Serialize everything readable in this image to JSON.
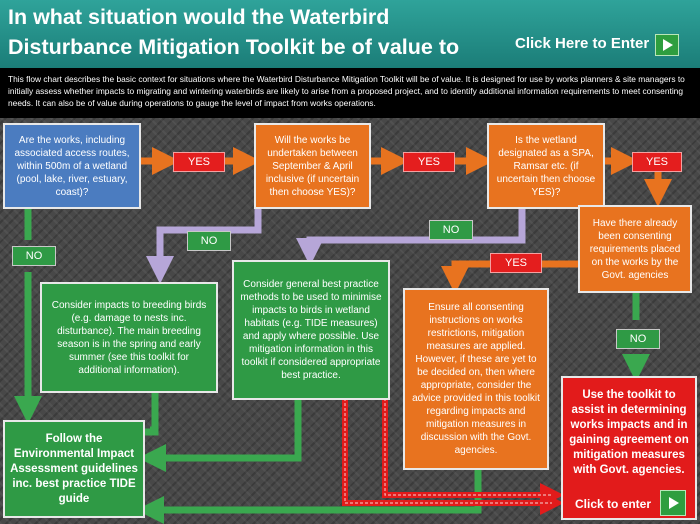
{
  "header": {
    "title": "In what situation would the Waterbird Disturbance Mitigation Toolkit be of value to me?",
    "enter_label": "Click Here to Enter"
  },
  "intro": "This flow chart describes the basic context for situations where the Waterbird Disturbance Mitigation Toolkit will be of value.  It is designed for use by works planners & site managers to initially assess whether impacts to migrating and wintering waterbirds are likely to arise from a proposed project, and to identify additional information requirements to meet consenting needs.  It can also be of value during operations to gauge the level of impact from works operations.",
  "boxes": {
    "q1": "Are the works, including associated access routes, within 500m of a wetland (pool, lake, river, estuary, coast)?",
    "q2": "Will the works be undertaken between September & April inclusive (if uncertain then choose YES)?",
    "q3": "Is the wetland designated as a SPA, Ramsar etc. (if uncertain then choose YES)?",
    "q4": "Have there already been consenting requirements placed on the works by the Govt. agencies",
    "breeding": "Consider impacts to breeding birds (e.g. damage to nests inc. disturbance). The main breeding season is in the spring and early summer (see this toolkit for additional information).",
    "best_practice": "Consider general best practice methods to be used to minimise impacts to birds in wetland habitats (e.g. TIDE measures) and apply where possible. Use mitigation information in this toolkit if considered appropriate best practice.",
    "consenting": "Ensure all consenting instructions on works restrictions, mitigation measures are applied. However, if these are yet to be decided on, then where appropriate, consider the advice provided in this toolkit regarding impacts and mitigation measures in discussion with the Govt. agencies.",
    "eia": "Follow the Environmental Impact Assessment guidelines inc. best practice TIDE guide",
    "use_toolkit": "Use the toolkit to assist in determining works impacts and in gaining agreement on mitigation measures with  Govt. agencies."
  },
  "labels": {
    "yes": "YES",
    "no": "NO"
  },
  "bottom_enter_label": "Click to enter",
  "colors": {
    "header": "#1f8a84",
    "blue": "#4b7cc0",
    "orange": "#e8731f",
    "green": "#2f9a45",
    "red": "#e21b1b",
    "no_arrow": "#b6a6d8"
  }
}
